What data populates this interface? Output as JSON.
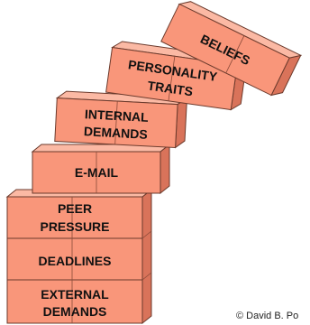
{
  "blocks": {
    "external_demands": [
      "EXTERNAL",
      "DEMANDS"
    ],
    "deadlines": [
      "DEADLINES"
    ],
    "peer_pressure": [
      "PEER",
      "PRESSURE"
    ],
    "email": [
      "E-MAIL"
    ],
    "internal_demands": [
      "INTERNAL",
      "DEMANDS"
    ],
    "personality_traits": [
      "PERSONALITY",
      "TRAITS"
    ],
    "beliefs": [
      "BELIEFS"
    ]
  },
  "copyright": "© David B. Po",
  "colors": {
    "brick_front": "#f9967a",
    "brick_top": "#fbb9a4",
    "brick_side": "#d9735a",
    "outline": "#6b3a2c"
  }
}
